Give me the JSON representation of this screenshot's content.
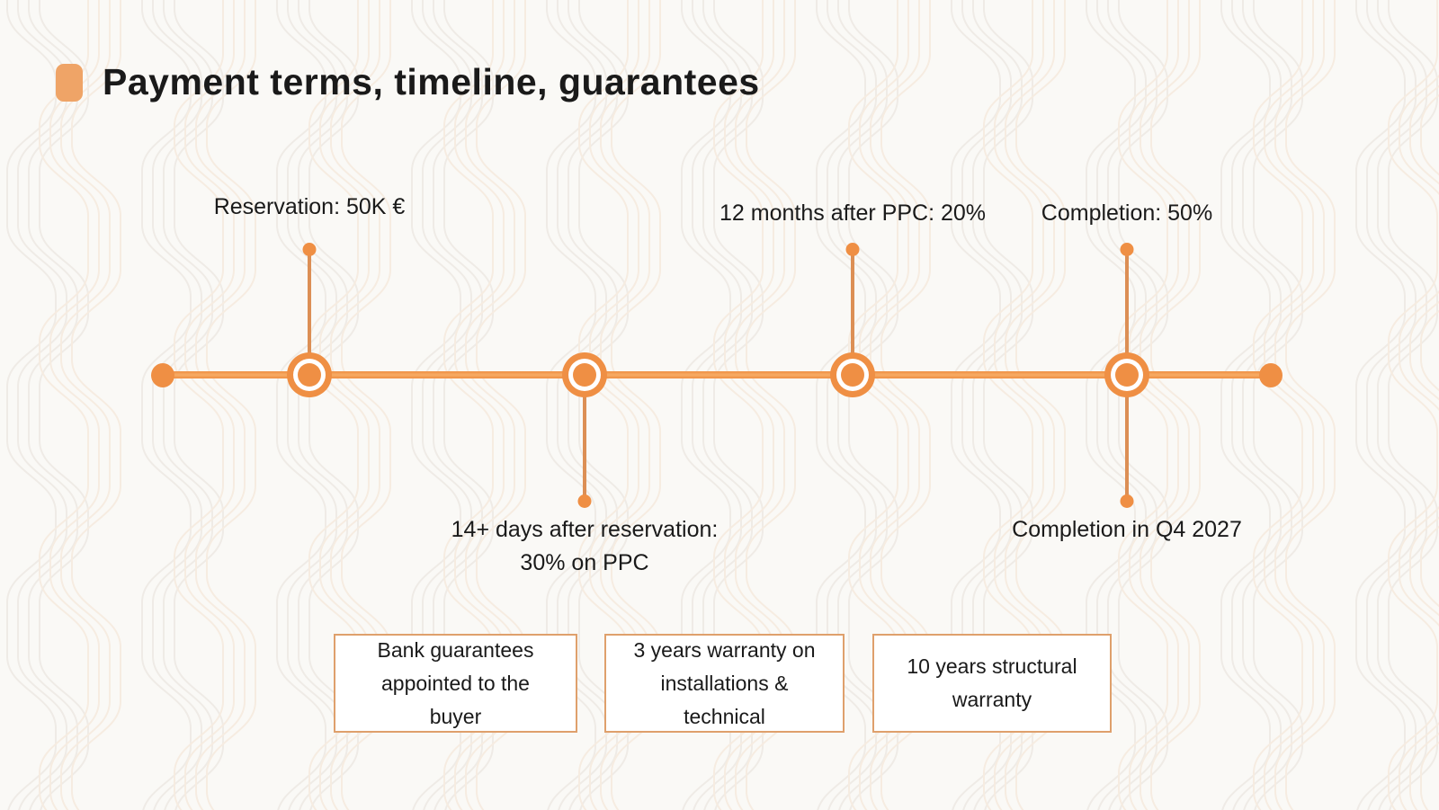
{
  "slide_title": "Payment terms, timeline, guarantees",
  "timeline": {
    "milestones": [
      {
        "name": "reservation",
        "labels_above": [
          "Reservation: 50K €"
        ],
        "labels_below": []
      },
      {
        "name": "after-reservation-payment",
        "labels_above": [],
        "labels_below": [
          "14+ days after reservation:",
          "30% on PPC"
        ]
      },
      {
        "name": "after-ppc-payment",
        "labels_above": [
          "12 months after PPC: 20%"
        ],
        "labels_below": []
      },
      {
        "name": "completion",
        "labels_above": [
          "Completion: 50%"
        ],
        "labels_below": [
          "Completion in Q4 2027"
        ]
      }
    ]
  },
  "guarantee_boxes": [
    {
      "lines": [
        "Bank guarantees",
        "appointed to the",
        "buyer"
      ]
    },
    {
      "lines": [
        "3 years warranty on",
        "installations &",
        "technical"
      ]
    },
    {
      "lines": [
        "10 years structural",
        "warranty"
      ]
    }
  ],
  "colors": {
    "accent": "#EF8F44",
    "accent-light": "#F7AC65",
    "stem": "#DC8F55",
    "box-border": "#DFA06C",
    "bullet": "#EFA467",
    "text": "#1A1A1A",
    "bg": "#FAF9F6",
    "pattern-gray": "#EFEBE6",
    "pattern-warm": "#F6ECE1"
  }
}
